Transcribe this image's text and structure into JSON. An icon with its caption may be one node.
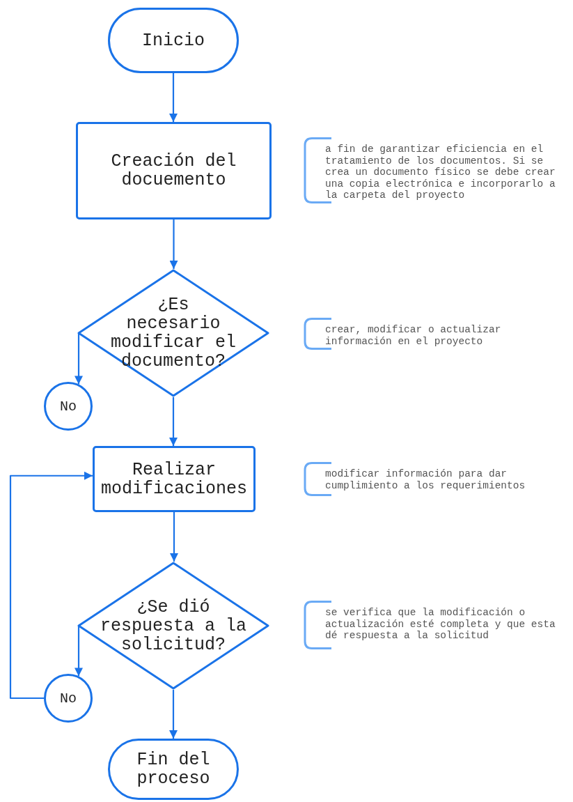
{
  "diagram": {
    "nodes": [
      {
        "text": [
          "Inicio"
        ]
      },
      {
        "text": [
          "Creación del docuemento"
        ]
      },
      {
        "text": [
          "a fin de garantizar eficiencia en el tratamiento de los documentos. Si se crea un documento físico se debe crear una copia electrónica e incorporarlo a la carpeta del proyecto"
        ]
      },
      {
        "text": [
          "¿Es necesario modificar el documento?"
        ]
      },
      {
        "text": [
          "crear, modificar o actualizar información en el proyecto"
        ]
      },
      {
        "text": [
          "No"
        ]
      },
      {
        "text": [
          "Realizar modificaciones"
        ]
      },
      {
        "text": [
          "modificar información para dar cumplimiento a los requerimientos"
        ]
      },
      {
        "text": [
          "¿Se dió respuesta a la solicitud?"
        ]
      },
      {
        "text": [
          "se verifica que la modificación o actualización esté completa y que esta dé respuesta a la solicitud"
        ]
      },
      {
        "text": [
          "No"
        ]
      },
      {
        "text": [
          "Fin del proceso"
        ]
      }
    ],
    "edges": [
      {
        "from": 0,
        "to": 1,
        "arrow": "to"
      },
      {
        "from": 1,
        "to": 3,
        "arrow": "to"
      },
      {
        "from": 3,
        "to": 5,
        "arrow": "to"
      },
      {
        "from": 3,
        "to": 6,
        "arrow": "to"
      },
      {
        "from": 6,
        "to": 8,
        "arrow": "to"
      },
      {
        "from": 8,
        "to": 10,
        "arrow": "to"
      },
      {
        "from": 10,
        "to": 6,
        "arrow": "to"
      },
      {
        "from": 8,
        "to": 11,
        "arrow": "to"
      }
    ]
  }
}
